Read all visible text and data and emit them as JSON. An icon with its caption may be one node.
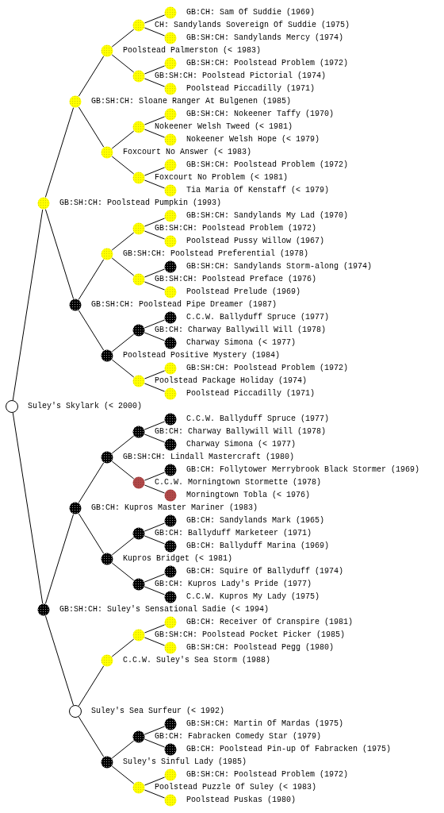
{
  "diagram": {
    "nodes": [
      {
        "text": [],
        "shape": "circle",
        "beside": [
          "GB:CH: Sam Of Suddie (1969)"
        ]
      },
      {
        "text": [],
        "shape": "circle"
      },
      {
        "text": [],
        "shape": "circle",
        "beside": [
          "GB:SH:CH: Sandylands Mercy (1974)"
        ]
      },
      {
        "text": [],
        "shape": "circle"
      },
      {
        "text": [],
        "shape": "circle",
        "beside": [
          "GB:SH:CH: Poolstead Problem (1972)"
        ]
      },
      {
        "text": [],
        "shape": "circle"
      },
      {
        "text": [],
        "shape": "circle",
        "beside": [
          "Poolstead Piccadilly (1971)"
        ]
      },
      {
        "text": [],
        "shape": "circle"
      },
      {
        "text": [],
        "shape": "circle",
        "beside": [
          "GB:SH:CH: Nokeener Taffy (1970)"
        ]
      },
      {
        "text": [],
        "shape": "circle"
      },
      {
        "text": [],
        "shape": "circle",
        "beside": [
          "Nokeener Welsh Hope (< 1979)"
        ]
      },
      {
        "text": [],
        "shape": "circle"
      },
      {
        "text": [],
        "shape": "circle",
        "beside": [
          "GB:SH:CH: Poolstead Problem (1972)"
        ]
      },
      {
        "text": [],
        "shape": "circle"
      },
      {
        "text": [],
        "shape": "circle",
        "beside": [
          "Tia Maria Of Kenstaff (< 1979)"
        ]
      },
      {
        "text": [],
        "shape": "circle"
      },
      {
        "text": [],
        "shape": "circle",
        "beside": [
          "GB:SH:CH: Sandylands My Lad (1970)"
        ]
      },
      {
        "text": [],
        "shape": "circle"
      },
      {
        "text": [],
        "shape": "circle",
        "beside": [
          "Poolstead Pussy Willow (1967)"
        ]
      },
      {
        "text": [],
        "shape": "circle"
      },
      {
        "text": [],
        "shape": "circle",
        "beside": [
          "GB:SH:CH: Sandylands Storm-along (1974)"
        ]
      },
      {
        "text": [],
        "shape": "circle"
      },
      {
        "text": [],
        "shape": "circle",
        "beside": [
          "Poolstead Prelude (1969)"
        ]
      },
      {
        "text": [],
        "shape": "circle"
      },
      {
        "text": [],
        "shape": "circle",
        "beside": [
          "C.C.W. Ballyduff Spruce (1977)"
        ]
      },
      {
        "text": [],
        "shape": "circle"
      },
      {
        "text": [],
        "shape": "circle",
        "beside": [
          "Charway Simona (< 1977)"
        ]
      },
      {
        "text": [],
        "shape": "circle"
      },
      {
        "text": [],
        "shape": "circle",
        "beside": [
          "GB:SH:CH: Poolstead Problem (1972)"
        ]
      },
      {
        "text": [],
        "shape": "circle"
      },
      {
        "text": [],
        "shape": "circle",
        "beside": [
          "Poolstead Piccadilly (1971)"
        ]
      },
      {
        "text": [],
        "shape": "circle",
        "beside": [
          "Suley's Skylark (< 2000)"
        ]
      },
      {
        "text": [],
        "shape": "circle",
        "beside": [
          "C.C.W. Ballyduff Spruce (1977)"
        ]
      },
      {
        "text": [],
        "shape": "circle"
      },
      {
        "text": [],
        "shape": "circle",
        "beside": [
          "Charway Simona (< 1977)"
        ]
      },
      {
        "text": [],
        "shape": "circle"
      },
      {
        "text": [],
        "shape": "circle",
        "beside": [
          "GB:CH: Follytower Merrybrook Black Stormer (1969)"
        ]
      },
      {
        "text": [],
        "shape": "circle"
      },
      {
        "text": [],
        "shape": "circle",
        "beside": [
          "Morningtown Tobla (< 1976)"
        ]
      },
      {
        "text": [],
        "shape": "circle"
      },
      {
        "text": [],
        "shape": "circle",
        "beside": [
          "GB:CH: Sandylands Mark (1965)"
        ]
      },
      {
        "text": [],
        "shape": "circle"
      },
      {
        "text": [],
        "shape": "circle",
        "beside": [
          "GB:CH: Ballyduff Marina (1969)"
        ]
      },
      {
        "text": [],
        "shape": "circle"
      },
      {
        "text": [],
        "shape": "circle",
        "beside": [
          "GB:CH: Squire Of Ballyduff (1974)"
        ]
      },
      {
        "text": [],
        "shape": "circle"
      },
      {
        "text": [],
        "shape": "circle",
        "beside": [
          "C.C.W. Kupros My Lady (1975)"
        ]
      },
      {
        "text": [],
        "shape": "circle"
      },
      {
        "text": [],
        "shape": "circle",
        "beside": [
          "GB:CH: Receiver Of Cranspire (1981)"
        ]
      },
      {
        "text": [],
        "shape": "circle"
      },
      {
        "text": [],
        "shape": "circle",
        "beside": [
          "GB:SH:CH: Poolstead Pegg (1980)"
        ]
      },
      {
        "text": [],
        "shape": "circle"
      },
      {
        "text": [],
        "shape": "circle"
      },
      {
        "text": [],
        "shape": "circle",
        "beside": [
          "GB:SH:CH: Martin Of Mardas (1975)"
        ]
      },
      {
        "text": [],
        "shape": "circle"
      },
      {
        "text": [],
        "shape": "circle",
        "beside": [
          "GB:CH: Poolstead Pin-up Of Fabracken (1975)"
        ]
      },
      {
        "text": [],
        "shape": "circle"
      },
      {
        "text": [],
        "shape": "circle",
        "beside": [
          "GB:SH:CH: Poolstead Problem (1972)"
        ]
      },
      {
        "text": [],
        "shape": "circle"
      },
      {
        "text": [],
        "shape": "circle",
        "beside": [
          "Poolstead Puskas (1980)"
        ]
      }
    ],
    "edges": [
      {
        "from": 1,
        "to": 0,
        "arrow": "none"
      },
      {
        "from": 3,
        "to": 1,
        "arrow": "none"
      },
      {
        "from": 1,
        "to": 2,
        "arrow": "none"
      },
      {
        "from": 7,
        "to": 3,
        "arrow": "none"
      },
      {
        "from": 5,
        "to": 4,
        "arrow": "none"
      },
      {
        "from": 3,
        "to": 5,
        "arrow": "none"
      },
      {
        "from": 5,
        "to": 6,
        "arrow": "none"
      },
      {
        "from": 15,
        "to": 7,
        "arrow": "none"
      },
      {
        "from": 9,
        "to": 8,
        "arrow": "none"
      },
      {
        "from": 11,
        "to": 9,
        "arrow": "none"
      },
      {
        "from": 9,
        "to": 10,
        "arrow": "none"
      },
      {
        "from": 7,
        "to": 11,
        "arrow": "none"
      },
      {
        "from": 13,
        "to": 12,
        "arrow": "none"
      },
      {
        "from": 11,
        "to": 13,
        "arrow": "none"
      },
      {
        "from": 13,
        "to": 14,
        "arrow": "none"
      },
      {
        "from": 31,
        "to": 15,
        "arrow": "none"
      },
      {
        "from": 17,
        "to": 16,
        "arrow": "none"
      },
      {
        "from": 19,
        "to": 17,
        "arrow": "none"
      },
      {
        "from": 17,
        "to": 18,
        "arrow": "none"
      },
      {
        "from": 23,
        "to": 19,
        "arrow": "none"
      },
      {
        "from": 21,
        "to": 20,
        "arrow": "none"
      },
      {
        "from": 19,
        "to": 21,
        "arrow": "none"
      },
      {
        "from": 21,
        "to": 22,
        "arrow": "none"
      },
      {
        "from": 15,
        "to": 23,
        "arrow": "none"
      },
      {
        "from": 25,
        "to": 24,
        "arrow": "none"
      },
      {
        "from": 27,
        "to": 25,
        "arrow": "none"
      },
      {
        "from": 25,
        "to": 26,
        "arrow": "none"
      },
      {
        "from": 23,
        "to": 27,
        "arrow": "none"
      },
      {
        "from": 29,
        "to": 28,
        "arrow": "none"
      },
      {
        "from": 27,
        "to": 29,
        "arrow": "none"
      },
      {
        "from": 29,
        "to": 30,
        "arrow": "none"
      },
      {
        "from": 33,
        "to": 32,
        "arrow": "none"
      },
      {
        "from": 35,
        "to": 33,
        "arrow": "none"
      },
      {
        "from": 33,
        "to": 34,
        "arrow": "none"
      },
      {
        "from": 39,
        "to": 35,
        "arrow": "none"
      },
      {
        "from": 37,
        "to": 36,
        "arrow": "none"
      },
      {
        "from": 35,
        "to": 37,
        "arrow": "none"
      },
      {
        "from": 37,
        "to": 38,
        "arrow": "none"
      },
      {
        "from": 47,
        "to": 39,
        "arrow": "none"
      },
      {
        "from": 41,
        "to": 40,
        "arrow": "none"
      },
      {
        "from": 43,
        "to": 41,
        "arrow": "none"
      },
      {
        "from": 41,
        "to": 42,
        "arrow": "none"
      },
      {
        "from": 39,
        "to": 43,
        "arrow": "none"
      },
      {
        "from": 45,
        "to": 44,
        "arrow": "none"
      },
      {
        "from": 43,
        "to": 45,
        "arrow": "none"
      },
      {
        "from": 45,
        "to": 46,
        "arrow": "none"
      },
      {
        "from": 31,
        "to": 47,
        "arrow": "none"
      },
      {
        "from": 49,
        "to": 48,
        "arrow": "none"
      },
      {
        "from": 51,
        "to": 49,
        "arrow": "none"
      },
      {
        "from": 49,
        "to": 50,
        "arrow": "none"
      },
      {
        "from": 52,
        "to": 51,
        "arrow": "none"
      },
      {
        "from": 47,
        "to": 52,
        "arrow": "none"
      },
      {
        "from": 54,
        "to": 53,
        "arrow": "none"
      },
      {
        "from": 56,
        "to": 54,
        "arrow": "none"
      },
      {
        "from": 54,
        "to": 55,
        "arrow": "none"
      },
      {
        "from": 52,
        "to": 56,
        "arrow": "none"
      },
      {
        "from": 58,
        "to": 57,
        "arrow": "none"
      },
      {
        "from": 56,
        "to": 58,
        "arrow": "none"
      },
      {
        "from": 58,
        "to": 59,
        "arrow": "none"
      }
    ],
    "labels": [
      "CH: Sandylands Sovereign Of Suddie (1975)",
      "Poolstead Palmerston (< 1983)",
      "GB:SH:CH: Poolstead Pictorial (1974)",
      "GB:SH:CH: Sloane Ranger At Bulgenen (1985)",
      "Nokeener Welsh Tweed (< 1981)",
      "Foxcourt No Answer (< 1983)",
      "Foxcourt No Problem (< 1981)",
      "GB:SH:CH: Poolstead Pumpkin (1993)",
      "GB:SH:CH: Poolstead Problem (1972)",
      "GB:SH:CH: Poolstead Preferential (1978)",
      "GB:SH:CH: Poolstead Preface (1976)",
      "GB:SH:CH: Poolstead Pipe Dreamer (1987)",
      "GB:CH: Charway Ballywill Will (1978)",
      "Poolstead Positive Mystery (1984)",
      "Poolstead Package Holiday (1974)",
      "GB:CH: Charway Ballywill Will (1978)",
      "GB:SH:CH: Lindall Mastercraft (1980)",
      "C.C.W. Morningtown Stormette (1978)",
      "GB:CH: Kupros Master Mariner (1983)",
      "GB:CH: Ballyduff Marketeer (1971)",
      "Kupros Bridget (< 1981)",
      "GB:CH: Kupros Lady's Pride (1977)",
      "GB:SH:CH: Suley's Sensational Sadie (< 1994)",
      "GB:SH:CH: Poolstead Pocket Picker (1985)",
      "C.C.W. Suley's Sea Storm (1988)",
      "Suley's Sea Surfeur (< 1992)",
      "GB:CH: Fabracken Comedy Star (1979)",
      "Suley's Sinful Lady (1985)",
      "Poolstead Puzzle Of Suley (< 1983)"
    ]
  }
}
